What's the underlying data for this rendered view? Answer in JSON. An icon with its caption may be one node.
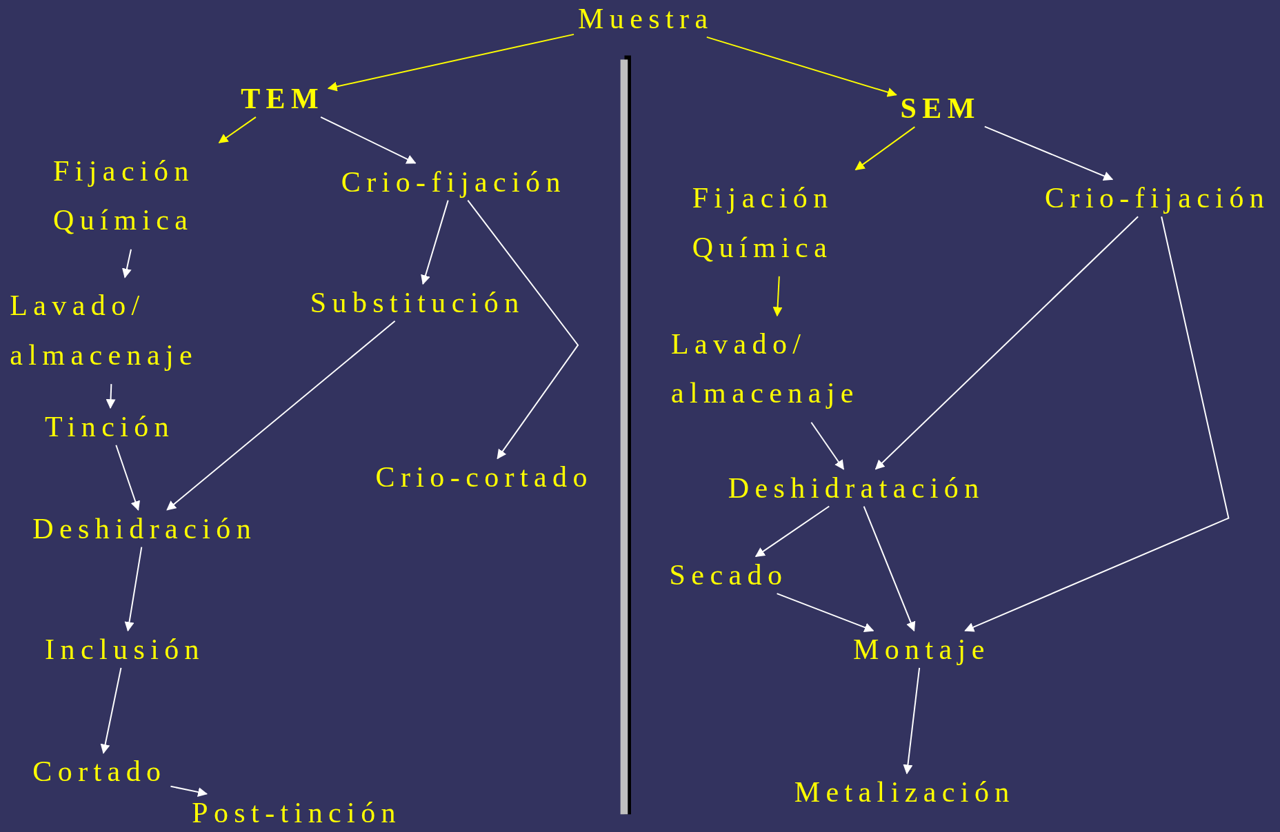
{
  "diagram": {
    "nodes": [
      {
        "text": [
          "Muestra"
        ]
      },
      {
        "text": [
          "TEM"
        ]
      },
      {
        "text": [
          "Fijación Química"
        ]
      },
      {
        "text": [
          "Crio-fijación"
        ]
      },
      {
        "text": [
          "Lavado/ almacenaje"
        ]
      },
      {
        "text": [
          "Substitución"
        ]
      },
      {
        "text": [
          "Tinción"
        ]
      },
      {
        "text": [
          "Crio-cortado"
        ]
      },
      {
        "text": [
          "Deshidración"
        ]
      },
      {
        "text": [
          "Inclusión"
        ]
      },
      {
        "text": [
          "Cortado"
        ]
      },
      {
        "text": [
          "Post-tinción"
        ]
      },
      {
        "text": [
          "SEM"
        ]
      },
      {
        "text": [
          "Fijación Química"
        ]
      },
      {
        "text": [
          "Crio-fijación"
        ]
      },
      {
        "text": [
          "Lavado/ almacenaje"
        ]
      },
      {
        "text": [
          "Deshidratación"
        ]
      },
      {
        "text": [
          "Secado"
        ]
      },
      {
        "text": [
          "Montaje"
        ]
      },
      {
        "text": [
          "Metalización"
        ]
      }
    ],
    "edges": [
      {
        "from": 0,
        "to": 1,
        "arrow": "to",
        "color": "#ffff00"
      },
      {
        "from": 0,
        "to": 12,
        "arrow": "to",
        "color": "#ffff00"
      },
      {
        "from": 1,
        "to": 2,
        "arrow": "to",
        "color": "#ffff00"
      },
      {
        "from": 1,
        "to": 3,
        "arrow": "to"
      },
      {
        "from": 2,
        "to": 4,
        "arrow": "to"
      },
      {
        "from": 4,
        "to": 6,
        "arrow": "to"
      },
      {
        "from": 6,
        "to": 8,
        "arrow": "to"
      },
      {
        "from": 8,
        "to": 9,
        "arrow": "to"
      },
      {
        "from": 9,
        "to": 10,
        "arrow": "to"
      },
      {
        "from": 10,
        "to": 11,
        "arrow": "to"
      },
      {
        "from": 3,
        "to": 5,
        "arrow": "to"
      },
      {
        "from": 3,
        "to": 7,
        "arrow": "to"
      },
      {
        "from": 5,
        "to": 8,
        "arrow": "to"
      },
      {
        "from": 12,
        "to": 13,
        "arrow": "to",
        "color": "#ffff00"
      },
      {
        "from": 12,
        "to": 14,
        "arrow": "to"
      },
      {
        "from": 13,
        "to": 15,
        "arrow": "to",
        "color": "#ffff00"
      },
      {
        "from": 15,
        "to": 16,
        "arrow": "to"
      },
      {
        "from": 16,
        "to": 17,
        "arrow": "to"
      },
      {
        "from": 17,
        "to": 18,
        "arrow": "to"
      },
      {
        "from": 16,
        "to": 18,
        "arrow": "to"
      },
      {
        "from": 14,
        "to": 16,
        "arrow": "to"
      },
      {
        "from": 14,
        "to": 18,
        "arrow": "to"
      },
      {
        "from": 18,
        "to": 19,
        "arrow": "to"
      }
    ]
  }
}
